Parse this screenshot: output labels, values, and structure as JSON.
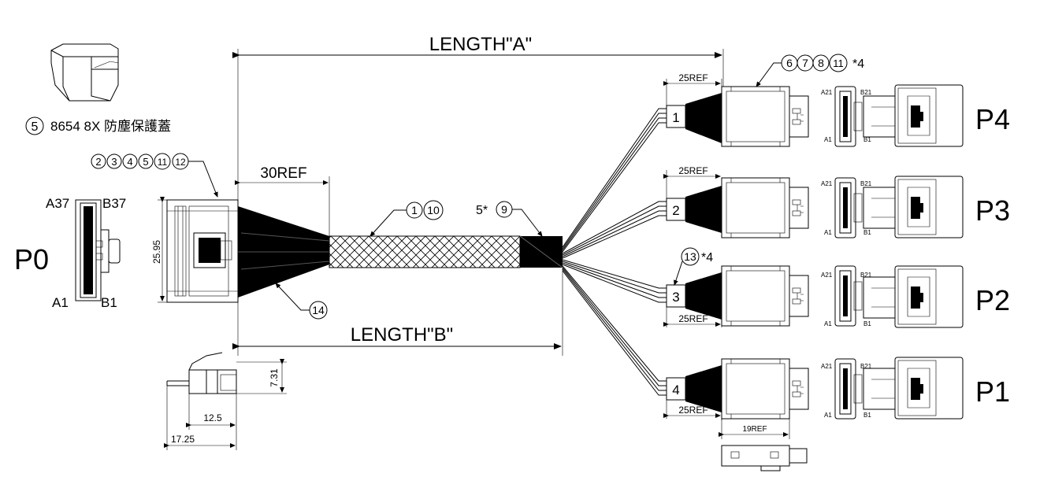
{
  "dust_cover": {
    "balloon": "5",
    "caption": "8654 8X 防塵保護蓋"
  },
  "p0": {
    "name": "P0",
    "balloons": [
      "2",
      "3",
      "4",
      "5",
      "11",
      "12"
    ],
    "pins": {
      "top_left": "A37",
      "top_right": "B37",
      "bottom_left": "A1",
      "bottom_right": "B1"
    },
    "height_dim": "25.95"
  },
  "dimensions": {
    "length_a": "LENGTH\"A\"",
    "length_b": "LENGTH\"B\"",
    "ref30": "30REF",
    "ref25": [
      "25REF",
      "25REF",
      "25REF",
      "25REF"
    ],
    "ref19": "19REF",
    "dim_731": "7.31",
    "dim_125": "12.5",
    "dim_1725": "17.25"
  },
  "callouts": {
    "braid": [
      "1",
      "10"
    ],
    "sleeve_prefix": "5*",
    "sleeve": "9",
    "bottom_left": "14",
    "mid_conn": "13",
    "mid_conn_qty": "*4",
    "top_conn": [
      "6",
      "7",
      "8",
      "11"
    ],
    "top_conn_qty": "*4"
  },
  "branches": [
    {
      "num": "1",
      "port": "P4"
    },
    {
      "num": "2",
      "port": "P3"
    },
    {
      "num": "3",
      "port": "P2"
    },
    {
      "num": "4",
      "port": "P1"
    }
  ],
  "side_pins": {
    "a21": "A21",
    "b21": "B21",
    "a1": "A1",
    "b1": "B1"
  }
}
